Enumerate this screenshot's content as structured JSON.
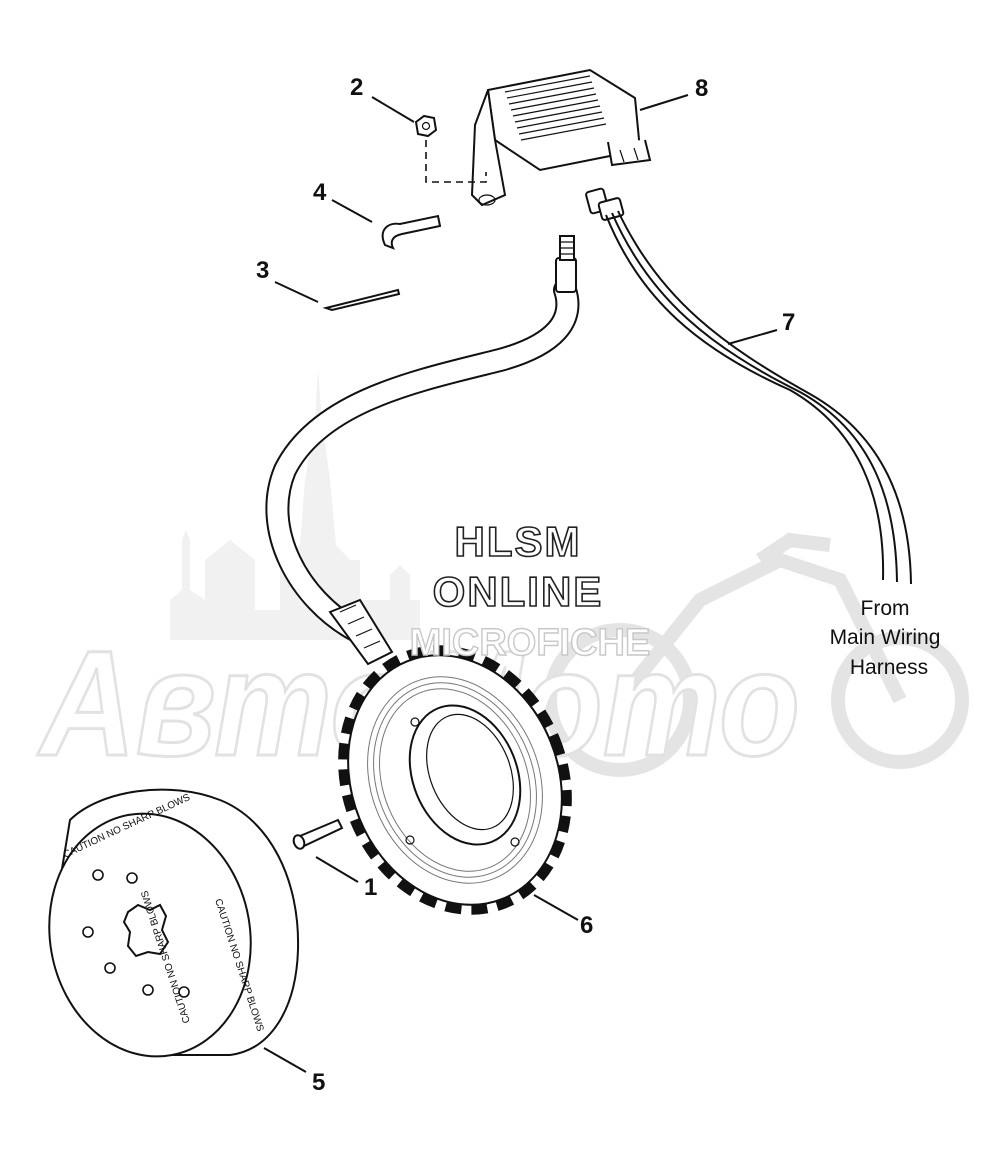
{
  "watermark": {
    "brand": "АвтоМото",
    "line1": "HLSM",
    "line2": "ONLINE",
    "line3": "MICROFICHE"
  },
  "callouts": {
    "c1": "1",
    "c2": "2",
    "c3": "3",
    "c4": "4",
    "c5": "5",
    "c6": "6",
    "c7": "7",
    "c8": "8"
  },
  "harness_note": {
    "line1": "From",
    "line2": "Main Wiring",
    "line3": "Harness"
  },
  "rotor_markings": {
    "top": "CAUTION NO SHARP BLOWS",
    "right": "CAUTION NO SHARP BLOWS",
    "bottom": "CAUTION NO SHARP BLOWS"
  }
}
